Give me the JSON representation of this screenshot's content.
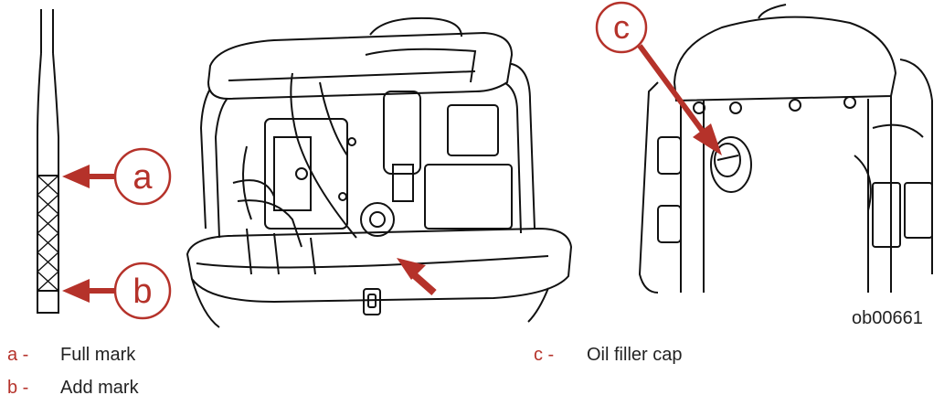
{
  "callouts": {
    "a": "a",
    "b": "b",
    "c": "c"
  },
  "legend": [
    {
      "key": "a -",
      "text": "Full mark"
    },
    {
      "key": "b -",
      "text": "Add mark"
    },
    {
      "key": "c -",
      "text": "Oil filler cap"
    }
  ],
  "reference_id": "ob00661",
  "colors": {
    "callout_red": "#b5322a",
    "line": "#111111"
  }
}
